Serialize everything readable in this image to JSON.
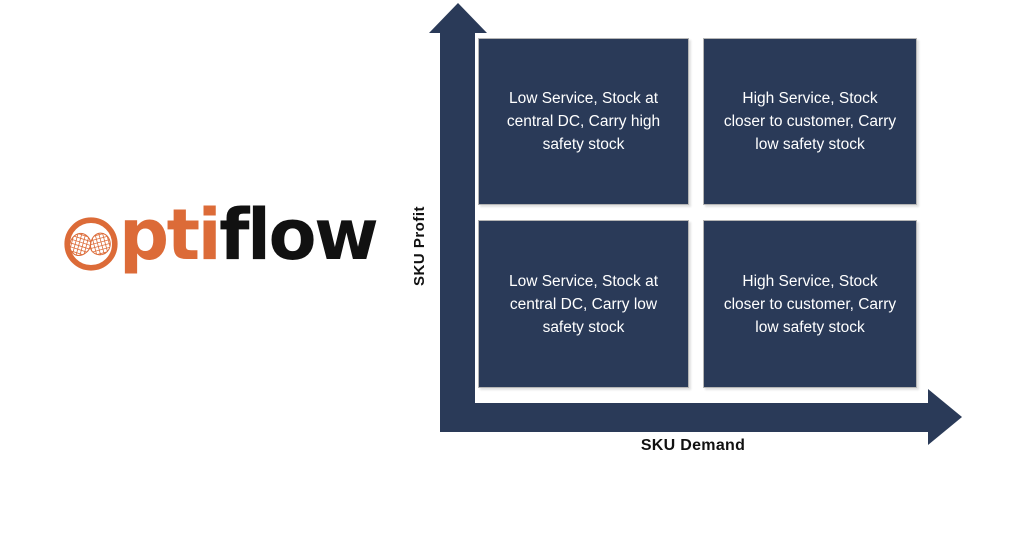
{
  "colors": {
    "navy": "#2A3A58",
    "orange": "#DC6B38",
    "ink": "#111111",
    "box_text": "#FFFFFF",
    "box_border": "#B5B5B5",
    "background": "#FFFFFF"
  },
  "logo": {
    "mark_icon": "sphere-mesh-ribbon",
    "text_orange": "pti",
    "text_black": "flow"
  },
  "matrix": {
    "y_axis_label": "SKU Profit",
    "x_axis_label": "SKU Demand",
    "quadrants": {
      "top_left": {
        "lines": [
          "Low Service, Stock at",
          "central DC, Carry high",
          "safety stock"
        ]
      },
      "top_right": {
        "lines": [
          "High Service, Stock",
          "closer to customer, Carry",
          "low safety stock"
        ]
      },
      "bottom_left": {
        "lines": [
          "Low Service, Stock at",
          "central DC, Carry low",
          "safety stock"
        ]
      },
      "bottom_right": {
        "lines": [
          "High Service, Stock",
          "closer to customer, Carry",
          "low safety stock"
        ]
      }
    }
  }
}
